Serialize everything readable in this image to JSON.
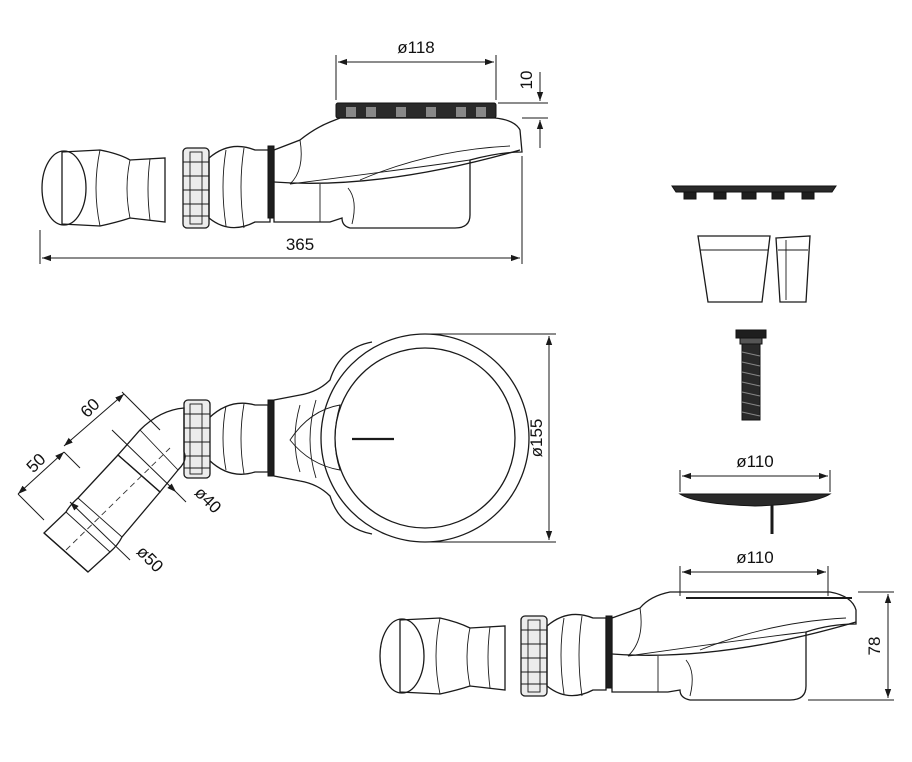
{
  "dimensions": {
    "top_diameter": "ø118",
    "top_height": "10",
    "total_length": "365",
    "body_diameter": "ø155",
    "branch_length": "60",
    "adapter_length": "50",
    "inner_diameter": "ø40",
    "outer_diameter": "ø50",
    "cover_diameter": "ø110",
    "installed_cover_diameter": "ø110",
    "total_height": "78"
  },
  "colors": {
    "line": "#1a1a1a",
    "fill": "#f4f4f4",
    "dark": "#1e1e1e"
  }
}
